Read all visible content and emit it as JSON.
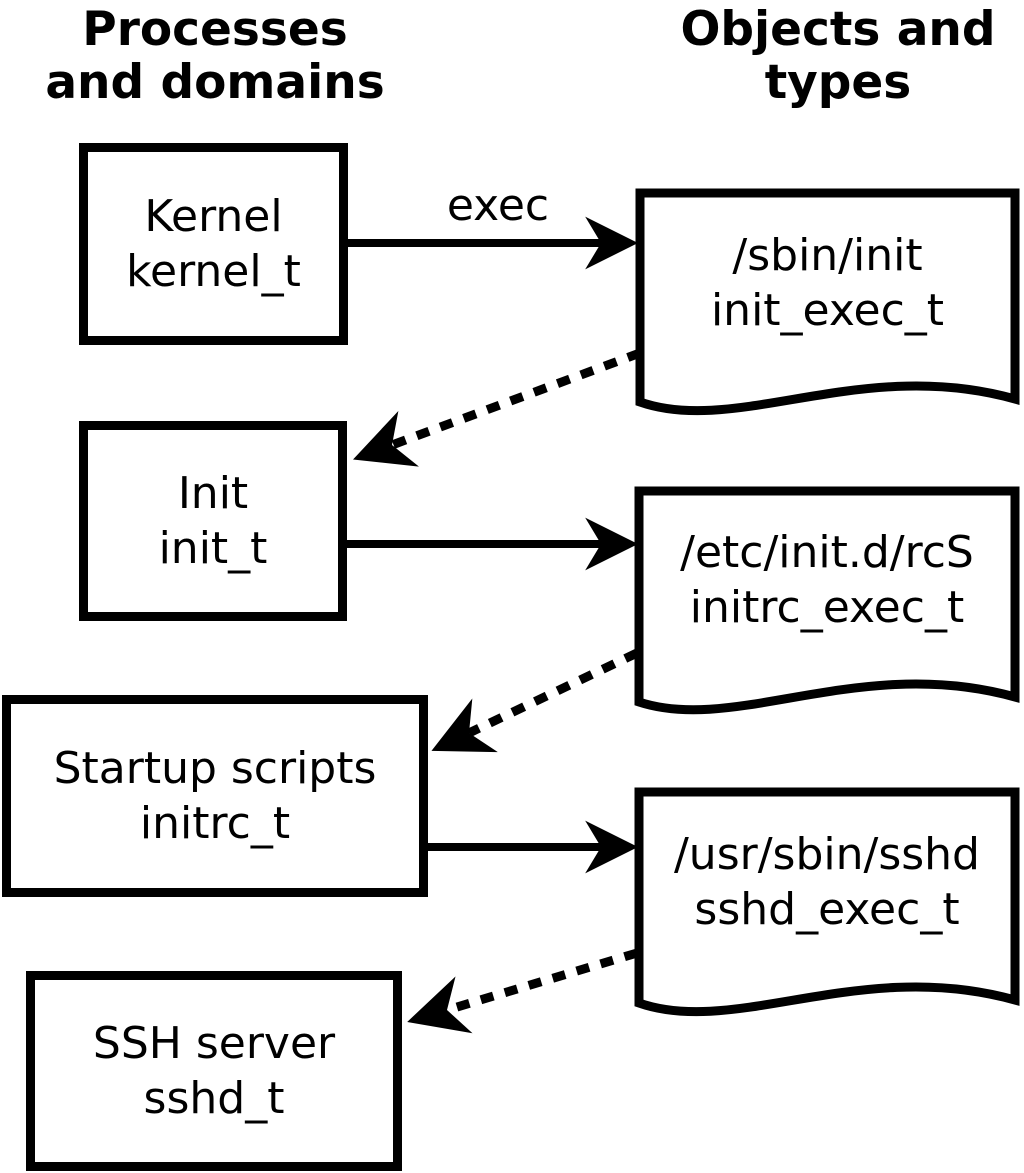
{
  "diagram": {
    "title_left": {
      "line1": "Processes",
      "line2": "and domains"
    },
    "title_right": {
      "line1": "Objects and",
      "line2": "types"
    },
    "ink_color": "#000000",
    "background_color": "#ffffff"
  },
  "processes": [
    {
      "name": "Kernel",
      "type": "kernel_t"
    },
    {
      "name": "Init",
      "type": "init_t"
    },
    {
      "name": "Startup scripts",
      "type": "initrc_t"
    },
    {
      "name": "SSH server",
      "type": "sshd_t"
    }
  ],
  "objects": [
    {
      "path": "/sbin/init",
      "type": "init_exec_t"
    },
    {
      "path": "/etc/init.d/rcS",
      "type": "initrc_exec_t"
    },
    {
      "path": "/usr/sbin/sshd",
      "type": "sshd_exec_t"
    }
  ],
  "edges": [
    {
      "from": "kernel_t",
      "to": "/sbin/init",
      "style": "solid",
      "label": "exec"
    },
    {
      "from": "/sbin/init",
      "to": "init_t",
      "style": "dotted",
      "label": ""
    },
    {
      "from": "init_t",
      "to": "/etc/init.d/rcS",
      "style": "solid",
      "label": ""
    },
    {
      "from": "/etc/init.d/rcS",
      "to": "initrc_t",
      "style": "dotted",
      "label": ""
    },
    {
      "from": "initrc_t",
      "to": "/usr/sbin/sshd",
      "style": "solid",
      "label": ""
    },
    {
      "from": "/usr/sbin/sshd",
      "to": "sshd_t",
      "style": "dotted",
      "label": ""
    }
  ]
}
